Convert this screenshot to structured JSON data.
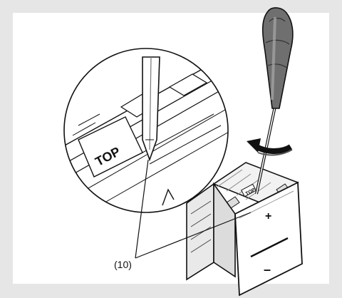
{
  "diagram": {
    "top_label": "TOP",
    "callout_label": "(10)",
    "plus_symbol": "+",
    "minus_symbol": "–",
    "small_top_mark": "TOP"
  },
  "icons": [
    "screwdriver-icon",
    "rotate-arrow-icon"
  ]
}
